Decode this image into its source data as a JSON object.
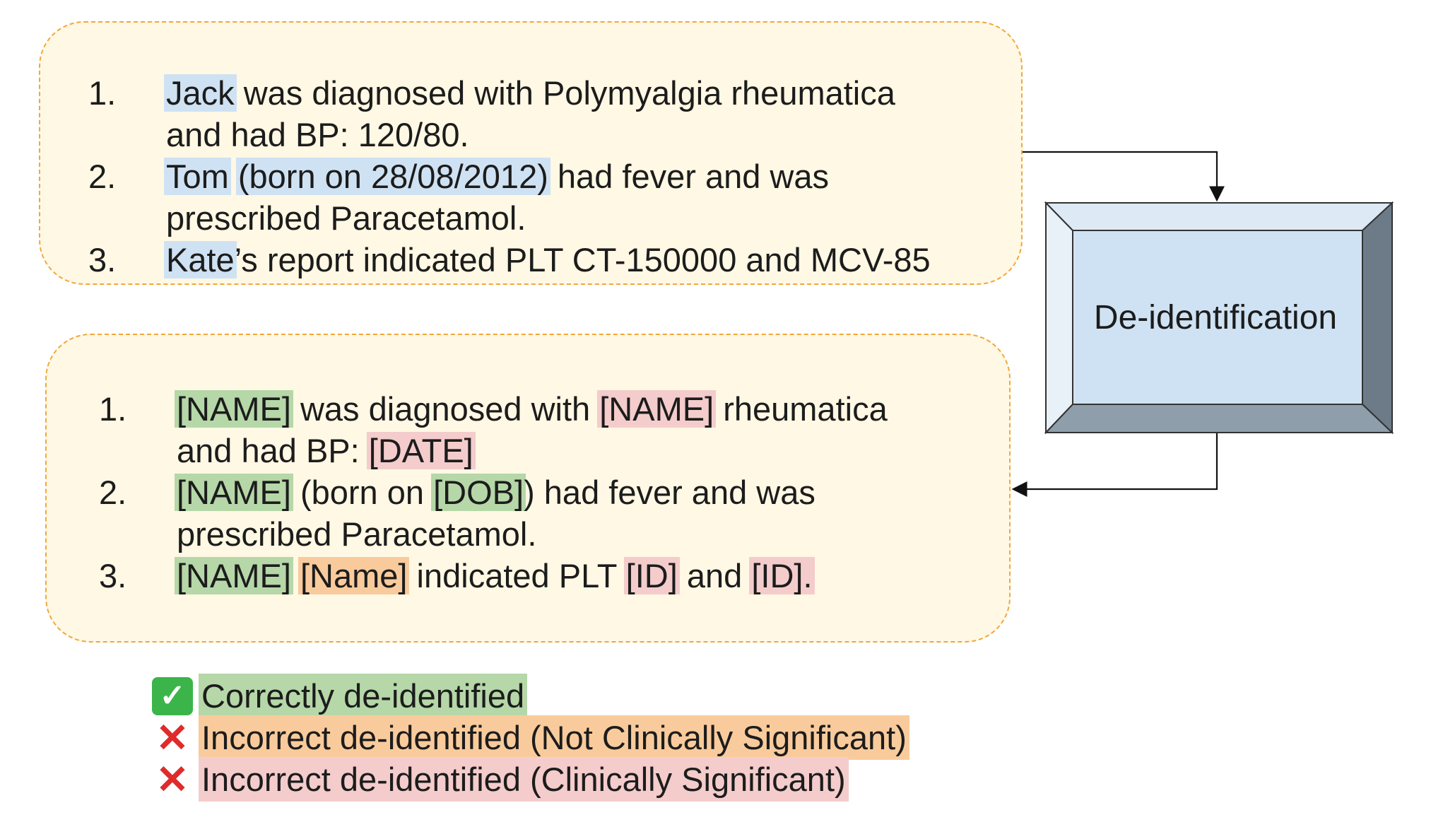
{
  "input_panel": {
    "items": [
      {
        "number": "1.",
        "line1": [
          {
            "text": "Jack",
            "style": "blue"
          },
          {
            "text": " was diagnosed with Polymyalgia rheumatica",
            "style": ""
          }
        ],
        "line2": [
          {
            "text": "and had BP: 120/80.",
            "style": ""
          }
        ]
      },
      {
        "number": "2.",
        "line1": [
          {
            "text": "Tom",
            "style": "blue"
          },
          {
            "text": " ",
            "style": ""
          },
          {
            "text": "(born on 28/08/2012)",
            "style": "blue"
          },
          {
            "text": " had fever and was",
            "style": ""
          }
        ],
        "line2": [
          {
            "text": "prescribed Paracetamol.",
            "style": ""
          }
        ]
      },
      {
        "number": "3.",
        "line1": [
          {
            "text": "Kate",
            "style": "blue"
          },
          {
            "text": "’s report indicated PLT CT-150000 and MCV-85",
            "style": ""
          }
        ],
        "line2": []
      }
    ]
  },
  "process_box": {
    "label": "De-identification"
  },
  "output_panel": {
    "items": [
      {
        "number": "1.",
        "line1": [
          {
            "text": "[NAME]",
            "style": "green"
          },
          {
            "text": " was diagnosed with ",
            "style": ""
          },
          {
            "text": "[NAME]",
            "style": "pink"
          },
          {
            "text": " rheumatica",
            "style": ""
          }
        ],
        "line2": [
          {
            "text": "and had BP: ",
            "style": ""
          },
          {
            "text": "[DATE]",
            "style": "pink"
          }
        ]
      },
      {
        "number": "2.",
        "line1": [
          {
            "text": "[NAME]",
            "style": "green"
          },
          {
            "text": " (born on ",
            "style": ""
          },
          {
            "text": "[DOB]",
            "style": "green"
          },
          {
            "text": ") had fever and was",
            "style": ""
          }
        ],
        "line2": [
          {
            "text": "prescribed Paracetamol.",
            "style": ""
          }
        ]
      },
      {
        "number": "3.",
        "line1": [
          {
            "text": "[NAME]",
            "style": "green"
          },
          {
            "text": " ",
            "style": ""
          },
          {
            "text": "[Name]",
            "style": "orange"
          },
          {
            "text": " indicated PLT ",
            "style": ""
          },
          {
            "text": "[ID]",
            "style": "pink"
          },
          {
            "text": " and ",
            "style": ""
          },
          {
            "text": "[ID].",
            "style": "pink"
          }
        ],
        "line2": []
      }
    ]
  },
  "legend": {
    "items": [
      {
        "icon": "check-mark-icon",
        "symbol": "✓",
        "text": "Correctly de-identified",
        "style": "green"
      },
      {
        "icon": "cross-mark-icon",
        "symbol": "✕",
        "text": "Incorrect de-identified (Not Clinically Significant)",
        "style": "orange"
      },
      {
        "icon": "cross-mark-icon",
        "symbol": "✕",
        "text": "Incorrect de-identified (Clinically Significant)",
        "style": "pink"
      }
    ]
  },
  "colors": {
    "panel_fill": "#fff8e4",
    "panel_border": "#f2a73b",
    "highlight_blue": "#cfe2f3",
    "highlight_green": "#b6d7a8",
    "highlight_pink": "#f4cccc",
    "highlight_orange": "#f9cb9c",
    "box_face": "#cfe2f3",
    "box_shadow": "#6d7b88"
  }
}
